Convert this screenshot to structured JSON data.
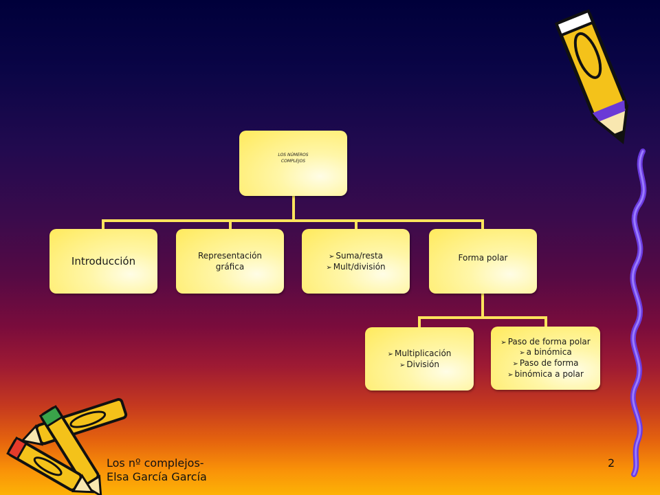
{
  "diagram": {
    "root": {
      "lines": [
        "LOS NÚMEROS",
        "COMPLEJOS"
      ]
    },
    "children": [
      {
        "id": "introduccion",
        "lines": [
          "Introducción"
        ]
      },
      {
        "id": "representacion",
        "lines": [
          "Representación",
          "gráfica"
        ]
      },
      {
        "id": "operaciones",
        "bullets": [
          "Suma/resta",
          "Mult/división"
        ]
      },
      {
        "id": "forma-polar",
        "lines": [
          "Forma polar"
        ]
      }
    ],
    "polar_children": [
      {
        "id": "mult-div",
        "bullets": [
          "Multiplicación",
          "División"
        ]
      },
      {
        "id": "paso",
        "bullets": [
          "Paso de forma polar",
          "a binómica",
          "Paso de forma",
          "binómica a polar"
        ]
      }
    ],
    "bullet_symbol": "➢"
  },
  "footer": {
    "line1": "Los nº complejos-",
    "line2": "Elsa García García"
  },
  "page_number": "2",
  "colors": {
    "node_fill": "#fff3a0",
    "connector": "#ffe45c"
  }
}
